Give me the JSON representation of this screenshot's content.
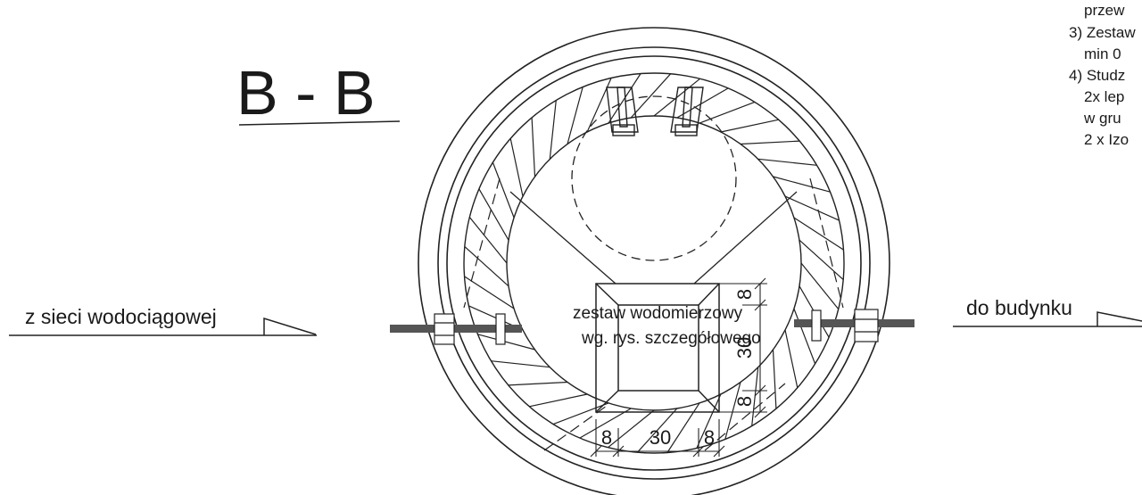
{
  "section_title": "B - B",
  "notes": {
    "line1": "przew",
    "line2": "3) Zestaw",
    "line3": "min 0",
    "line4": "4) Studz",
    "line5": "2x lep",
    "line6": "w gru",
    "line7": "2 x Izo"
  },
  "labels": {
    "inlet": "z sieci wodociągowej",
    "outlet": "do budynku",
    "meter_set_line1": "zestaw wodomierzowy",
    "meter_set_line2": "wg. rys. szczegółowego"
  },
  "dimensions": {
    "vertical_top": "8",
    "vertical_mid": "30",
    "vertical_bottom": "8",
    "horizontal_left": "8",
    "horizontal_mid": "30",
    "horizontal_right": "8"
  }
}
